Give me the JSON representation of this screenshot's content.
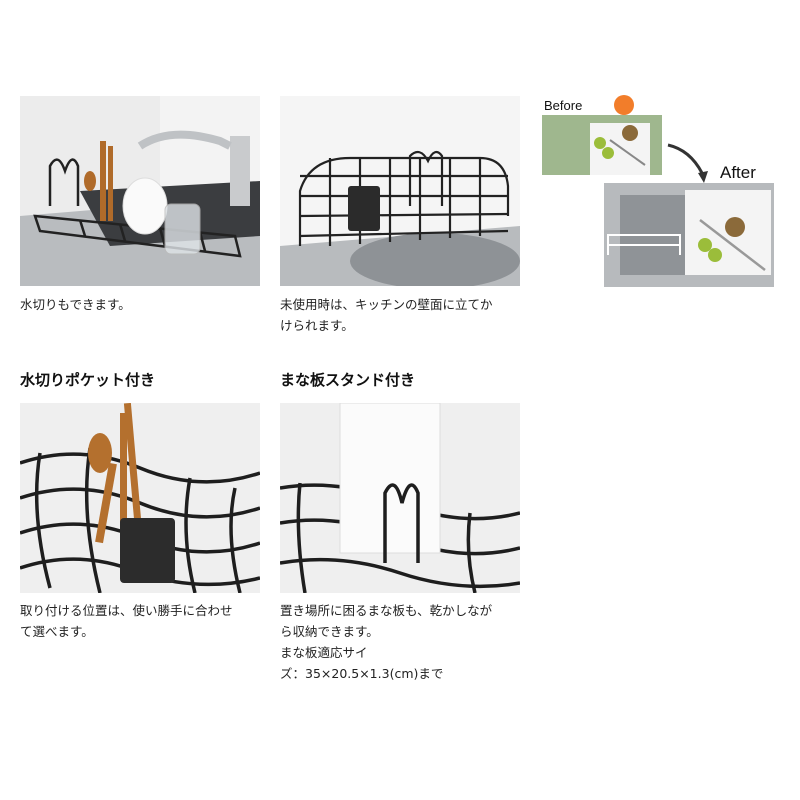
{
  "top": {
    "left_caption": "水切りもできます。",
    "middle_caption": [
      "未使用時は、キッチンの壁面に立てか",
      "けられます。"
    ],
    "before_label": "Before",
    "after_label": "After"
  },
  "features": [
    {
      "heading": "水切りポケット付き",
      "caption": [
        "取り付ける位置は、使い勝手に合わせ",
        "て選べます。"
      ]
    },
    {
      "heading": "まな板スタンド付き",
      "caption": [
        "置き場所に困るまな板も、乾かしなが",
        "ら収納できます。",
        "まな板適応サイ",
        "ズ：35×20.5×1.3(cm)まで"
      ]
    }
  ]
}
